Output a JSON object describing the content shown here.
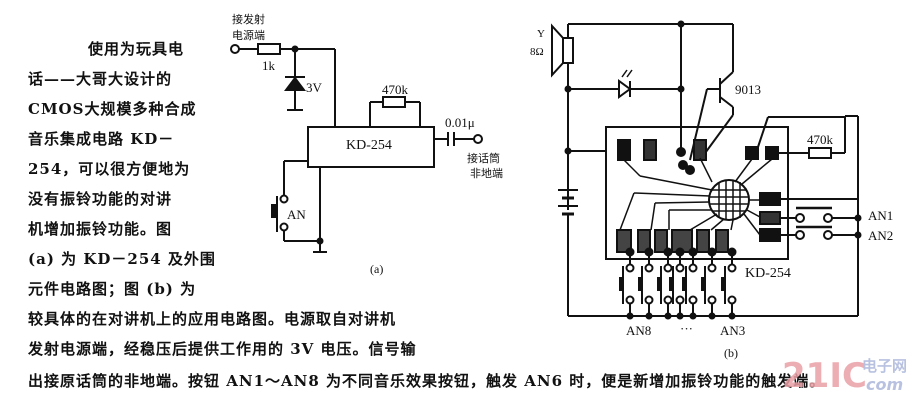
{
  "article": {
    "lines": [
      "使用为玩具电",
      "话——大哥大设计的",
      "CMOS大规模多种合成",
      "音乐集成电路 KD－",
      "254，可以很方便地为",
      "没有振铃功能的对讲",
      "机增加振铃功能。图",
      "(a) 为 KD－254 及外围",
      "元件电路图；图 (b) 为",
      "较具体的在对讲机上的应用电路图。电源取自对讲机",
      "发射电源端，经稳压后提供工作用的 3V 电压。信号输",
      "出接原话筒的非地端。按钮 AN1～AN8 为不同音乐效果按钮，触发 AN6 时，便是新增加振铃功能的触发端。"
    ]
  },
  "diagram_a": {
    "power_label_1": "接发射",
    "power_label_2": "电源端",
    "resistor_1": "1k",
    "zener": "3V",
    "resistor_2": "470k",
    "capacitor": "0.01μ",
    "ic": "KD-254",
    "mic_label_1": "接话筒",
    "mic_label_2": "非地端",
    "button": "AN",
    "caption": "(a)"
  },
  "diagram_b": {
    "speaker_label": "Y",
    "speaker_impedance": "8Ω",
    "transistor": "9013",
    "resistor": "470k",
    "ic": "KD-254",
    "an1": "AN1",
    "an2": "AN2",
    "an8": "AN8",
    "ellipsis": "···",
    "an3": "AN3",
    "caption": "(b)"
  },
  "watermark": {
    "logo": "21IC",
    "cn": "电子网",
    "com": "com"
  }
}
